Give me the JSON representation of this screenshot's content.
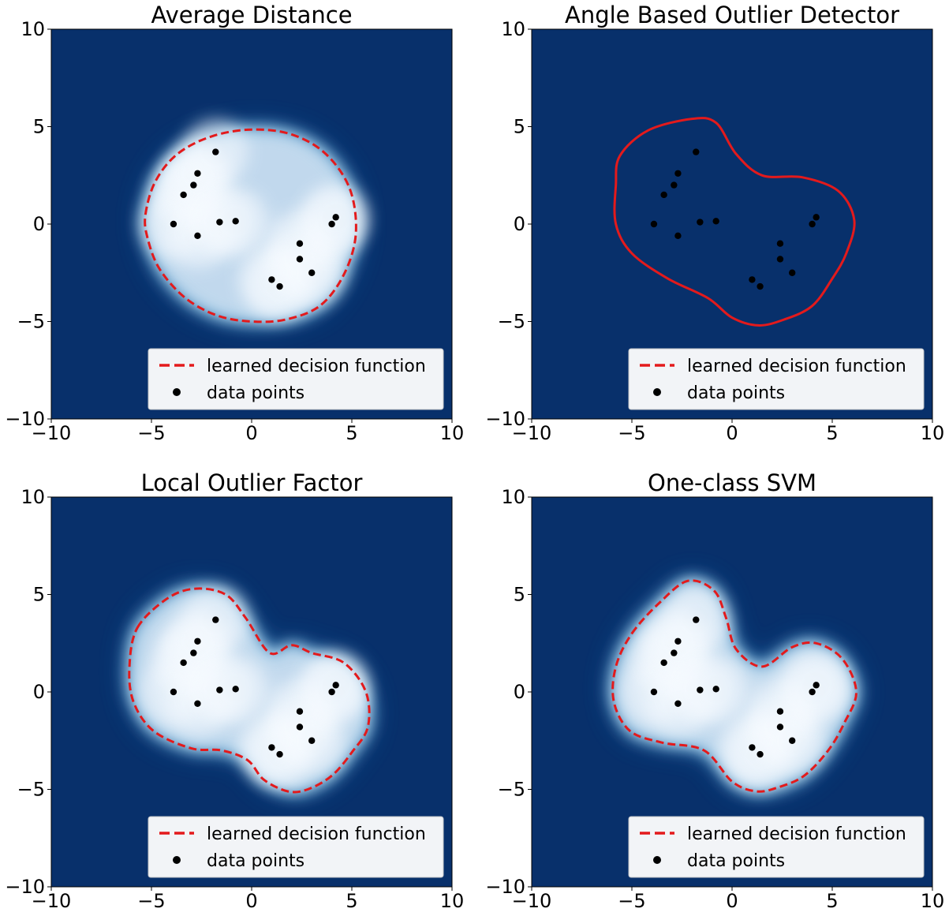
{
  "chart_data": [
    {
      "type": "contour",
      "title": "Average Distance",
      "xlim": [
        -10,
        10
      ],
      "ylim": [
        -10,
        10
      ],
      "xticks": [
        -10,
        -5,
        0,
        5,
        10
      ],
      "yticks": [
        -10,
        -5,
        0,
        5,
        10
      ],
      "xtick_labels": [
        "−10",
        "−5",
        "0",
        "5",
        "10"
      ],
      "ytick_labels": [
        "−10",
        "−5",
        "0",
        "5",
        "10"
      ],
      "background_color": "#08306b",
      "boundary_color": "#e31a1c",
      "boundary_style": "dashed",
      "legend": {
        "location": "lower-right",
        "entries": [
          {
            "label": "learned decision function",
            "marker": "dashed-line",
            "color": "#e31a1c"
          },
          {
            "label": "data points",
            "marker": "dot",
            "color": "#000000"
          }
        ]
      },
      "points": [
        [
          -3.9,
          0.0
        ],
        [
          -3.4,
          1.5
        ],
        [
          -2.9,
          2.0
        ],
        [
          -2.7,
          2.6
        ],
        [
          -2.7,
          -0.6
        ],
        [
          -1.8,
          3.7
        ],
        [
          -1.6,
          0.1
        ],
        [
          -0.8,
          0.15
        ],
        [
          1.0,
          -2.85
        ],
        [
          1.4,
          -3.2
        ],
        [
          2.4,
          -1.0
        ],
        [
          2.4,
          -1.8
        ],
        [
          3.0,
          -2.5
        ],
        [
          4.0,
          0.0
        ],
        [
          4.2,
          0.35
        ]
      ],
      "boundary": [
        [
          -5.3,
          0.5
        ],
        [
          -4.8,
          2.2
        ],
        [
          -3.7,
          3.6
        ],
        [
          -2.0,
          4.5
        ],
        [
          0.0,
          4.85
        ],
        [
          2.0,
          4.6
        ],
        [
          3.7,
          3.6
        ],
        [
          4.9,
          1.8
        ],
        [
          5.2,
          -0.5
        ],
        [
          4.6,
          -2.6
        ],
        [
          3.4,
          -4.2
        ],
        [
          1.7,
          -4.9
        ],
        [
          0.0,
          -5.0
        ],
        [
          -1.7,
          -4.7
        ],
        [
          -3.3,
          -3.8
        ],
        [
          -4.6,
          -2.3
        ],
        [
          -5.2,
          -0.7
        ]
      ]
    },
    {
      "type": "contour",
      "title": "Angle Based Outlier Detector",
      "xlim": [
        -10,
        10
      ],
      "ylim": [
        -10,
        10
      ],
      "xticks": [
        -10,
        -5,
        0,
        5,
        10
      ],
      "yticks": [
        -10,
        -5,
        0,
        5,
        10
      ],
      "xtick_labels": [
        "−10",
        "−5",
        "0",
        "5",
        "10"
      ],
      "ytick_labels": [
        "−10",
        "−5",
        "0",
        "5",
        "10"
      ],
      "background_color": "#08306b",
      "boundary_color": "#e31a1c",
      "boundary_style": "solid",
      "legend": {
        "location": "lower-right",
        "entries": [
          {
            "label": "learned decision function",
            "marker": "dashed-line",
            "color": "#e31a1c"
          },
          {
            "label": "data points",
            "marker": "dot",
            "color": "#000000"
          }
        ]
      },
      "points": [
        [
          -3.9,
          0.0
        ],
        [
          -3.4,
          1.5
        ],
        [
          -2.9,
          2.0
        ],
        [
          -2.7,
          2.6
        ],
        [
          -2.7,
          -0.6
        ],
        [
          -1.8,
          3.7
        ],
        [
          -1.6,
          0.1
        ],
        [
          -0.8,
          0.15
        ],
        [
          1.0,
          -2.85
        ],
        [
          1.4,
          -3.2
        ],
        [
          2.4,
          -1.0
        ],
        [
          2.4,
          -1.8
        ],
        [
          3.0,
          -2.5
        ],
        [
          4.0,
          0.0
        ],
        [
          4.2,
          0.35
        ]
      ],
      "boundary": [
        [
          -5.6,
          3.5
        ],
        [
          -4.2,
          4.8
        ],
        [
          -2.0,
          5.4
        ],
        [
          -0.8,
          5.2
        ],
        [
          0.2,
          3.6
        ],
        [
          1.5,
          2.5
        ],
        [
          3.5,
          2.4
        ],
        [
          5.3,
          1.7
        ],
        [
          6.1,
          0.2
        ],
        [
          5.7,
          -1.5
        ],
        [
          5.0,
          -2.8
        ],
        [
          4.0,
          -4.2
        ],
        [
          2.6,
          -4.9
        ],
        [
          1.3,
          -5.2
        ],
        [
          0.0,
          -4.8
        ],
        [
          -1.2,
          -3.8
        ],
        [
          -3.2,
          -2.8
        ],
        [
          -5.0,
          -1.5
        ],
        [
          -5.8,
          0.0
        ],
        [
          -5.8,
          2.0
        ]
      ]
    },
    {
      "type": "contour",
      "title": "Local Outlier Factor",
      "xlim": [
        -10,
        10
      ],
      "ylim": [
        -10,
        10
      ],
      "xticks": [
        -10,
        -5,
        0,
        5,
        10
      ],
      "yticks": [
        -10,
        -5,
        0,
        5,
        10
      ],
      "xtick_labels": [
        "−10",
        "−5",
        "0",
        "5",
        "10"
      ],
      "ytick_labels": [
        "−10",
        "−5",
        "0",
        "5",
        "10"
      ],
      "background_color": "#08306b",
      "boundary_color": "#e31a1c",
      "boundary_style": "dashed",
      "legend": {
        "location": "lower-right",
        "entries": [
          {
            "label": "learned decision function",
            "marker": "dashed-line",
            "color": "#e31a1c"
          },
          {
            "label": "data points",
            "marker": "dot",
            "color": "#000000"
          }
        ]
      },
      "points": [
        [
          -3.9,
          0.0
        ],
        [
          -3.4,
          1.5
        ],
        [
          -2.9,
          2.0
        ],
        [
          -2.7,
          2.6
        ],
        [
          -2.7,
          -0.6
        ],
        [
          -1.8,
          3.7
        ],
        [
          -1.6,
          0.1
        ],
        [
          -0.8,
          0.15
        ],
        [
          1.0,
          -2.85
        ],
        [
          1.4,
          -3.2
        ],
        [
          2.4,
          -1.0
        ],
        [
          2.4,
          -1.8
        ],
        [
          3.0,
          -2.5
        ],
        [
          4.0,
          0.0
        ],
        [
          4.2,
          0.35
        ]
      ],
      "boundary": [
        [
          -5.7,
          3.3
        ],
        [
          -4.2,
          4.8
        ],
        [
          -2.8,
          5.3
        ],
        [
          -1.3,
          5.0
        ],
        [
          -0.3,
          3.8
        ],
        [
          0.9,
          2.0
        ],
        [
          2.0,
          2.4
        ],
        [
          3.0,
          2.0
        ],
        [
          4.6,
          1.5
        ],
        [
          5.7,
          0.0
        ],
        [
          5.8,
          -1.8
        ],
        [
          5.0,
          -3.1
        ],
        [
          4.0,
          -4.3
        ],
        [
          2.8,
          -5.0
        ],
        [
          1.8,
          -5.1
        ],
        [
          0.6,
          -4.5
        ],
        [
          -0.2,
          -3.5
        ],
        [
          -1.5,
          -3.0
        ],
        [
          -3.0,
          -2.9
        ],
        [
          -4.9,
          -2.0
        ],
        [
          -5.9,
          -0.5
        ],
        [
          -6.1,
          1.3
        ]
      ]
    },
    {
      "type": "contour",
      "title": "One-class SVM",
      "xlim": [
        -10,
        10
      ],
      "ylim": [
        -10,
        10
      ],
      "xticks": [
        -10,
        -5,
        0,
        5,
        10
      ],
      "yticks": [
        -10,
        -5,
        0,
        5,
        10
      ],
      "xtick_labels": [
        "−10",
        "−5",
        "0",
        "5",
        "10"
      ],
      "ytick_labels": [
        "−10",
        "−5",
        "0",
        "5",
        "10"
      ],
      "background_color": "#08306b",
      "boundary_color": "#e31a1c",
      "boundary_style": "dashed",
      "legend": {
        "location": "lower-right",
        "entries": [
          {
            "label": "learned decision function",
            "marker": "dashed-line",
            "color": "#e31a1c"
          },
          {
            "label": "data points",
            "marker": "dot",
            "color": "#000000"
          }
        ]
      },
      "points": [
        [
          -3.9,
          0.0
        ],
        [
          -3.4,
          1.5
        ],
        [
          -2.9,
          2.0
        ],
        [
          -2.7,
          2.6
        ],
        [
          -2.7,
          -0.6
        ],
        [
          -1.8,
          3.7
        ],
        [
          -1.6,
          0.1
        ],
        [
          -0.8,
          0.15
        ],
        [
          1.0,
          -2.85
        ],
        [
          1.4,
          -3.2
        ],
        [
          2.4,
          -1.0
        ],
        [
          2.4,
          -1.8
        ],
        [
          3.0,
          -2.5
        ],
        [
          4.0,
          0.0
        ],
        [
          4.2,
          0.35
        ]
      ],
      "boundary": [
        [
          -5.0,
          3.0
        ],
        [
          -3.6,
          4.6
        ],
        [
          -2.2,
          5.7
        ],
        [
          -0.9,
          5.2
        ],
        [
          -0.3,
          3.8
        ],
        [
          0.2,
          2.2
        ],
        [
          1.5,
          1.3
        ],
        [
          3.0,
          2.3
        ],
        [
          4.2,
          2.5
        ],
        [
          5.5,
          1.7
        ],
        [
          6.2,
          0.0
        ],
        [
          5.6,
          -1.6
        ],
        [
          4.8,
          -3.0
        ],
        [
          3.6,
          -4.3
        ],
        [
          2.3,
          -4.9
        ],
        [
          1.2,
          -5.1
        ],
        [
          0.0,
          -4.6
        ],
        [
          -1.4,
          -3.0
        ],
        [
          -3.5,
          -2.6
        ],
        [
          -5.1,
          -2.0
        ],
        [
          -5.9,
          -0.5
        ],
        [
          -5.8,
          1.3
        ]
      ]
    }
  ]
}
